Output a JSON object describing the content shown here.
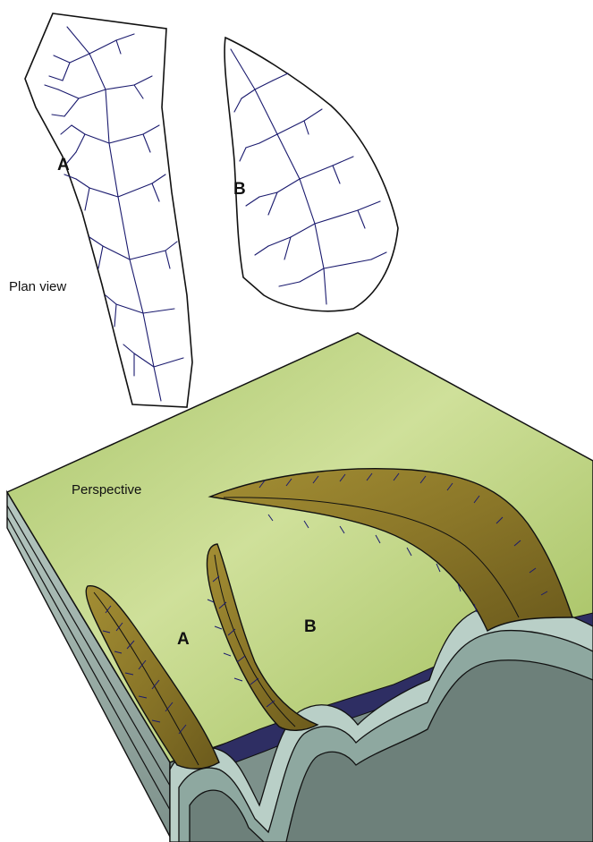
{
  "plan_view": {
    "label": "Plan view",
    "basin_a_label": "A",
    "basin_b_label": "B"
  },
  "perspective": {
    "label": "Perspective",
    "ridge_a_label": "A",
    "ridge_b_label": "B"
  },
  "colors": {
    "outline": "#111111",
    "drainage": "#1a1a6e",
    "plain_light": "#c9dc8e",
    "plain_dark": "#8fae45",
    "ridge_light": "#b5a24c",
    "ridge_dark": "#6f5d1c",
    "layer_light": "#b9cfc7",
    "layer_mid": "#8ea8a0",
    "layer_dark": "#6d807a",
    "water": "#2e2e63"
  }
}
